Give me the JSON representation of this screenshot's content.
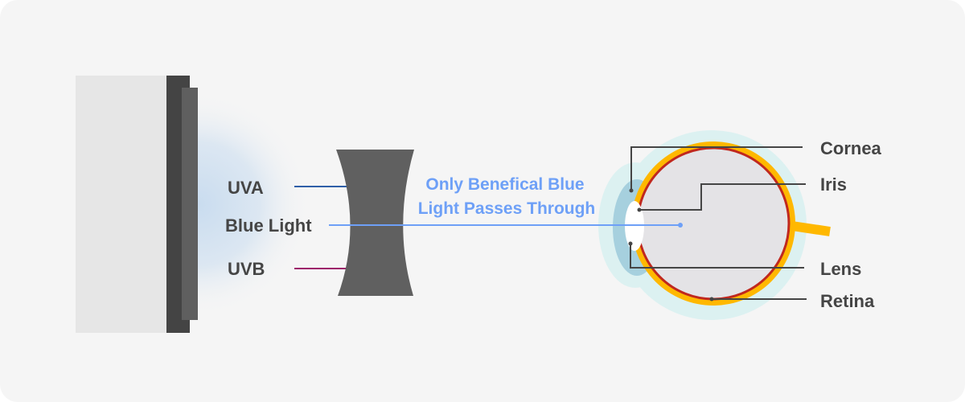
{
  "colors": {
    "background": "#f5f5f5",
    "uva_line": "#2f5fa8",
    "blue_light_line": "#6ea0f7",
    "uvb_line": "#9c1f6a",
    "lens_filter": "#606060",
    "sclera": "#ffb800",
    "retina": "#c0281e",
    "cornea": "#a6d0de"
  },
  "source": {
    "labels": [
      "UVA",
      "Blue Light",
      "UVB"
    ]
  },
  "filter_caption": {
    "line1": "Only Benefical Blue",
    "line2": "Light Passes Through"
  },
  "eye": {
    "labels": [
      "Cornea",
      "Iris",
      "Lens",
      "Retina"
    ]
  }
}
